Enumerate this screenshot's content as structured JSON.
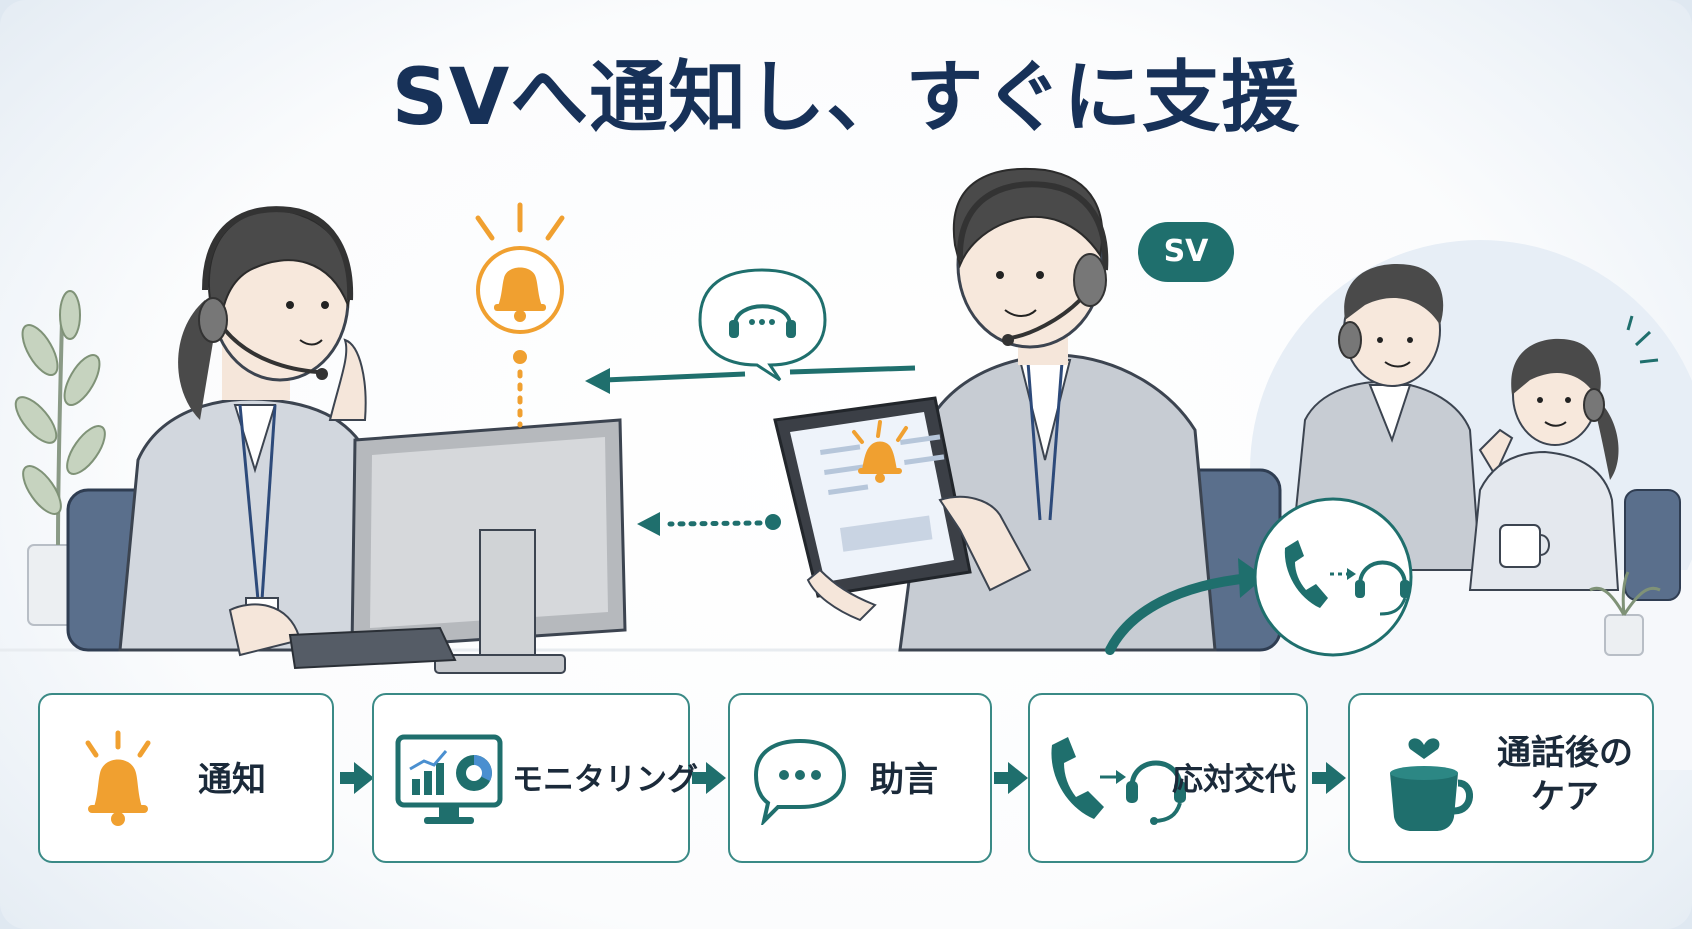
{
  "title": "SVへ通知し、すぐに支援",
  "badge": "SV",
  "colors": {
    "accent_teal": "#1f6f6d",
    "alert_orange": "#f0a030",
    "title_navy": "#173158",
    "card_border": "#3a8a86"
  },
  "steps": [
    {
      "label": "通知",
      "icon": "bell-icon"
    },
    {
      "label": "モニタリング",
      "icon": "monitor-chart-icon"
    },
    {
      "label": "助言",
      "icon": "speech-bubble-icon"
    },
    {
      "label": "応対交代",
      "icon": "phone-to-headset-icon"
    },
    {
      "label": "通話後のケア",
      "icon": "coffee-cup-heart-icon"
    }
  ]
}
